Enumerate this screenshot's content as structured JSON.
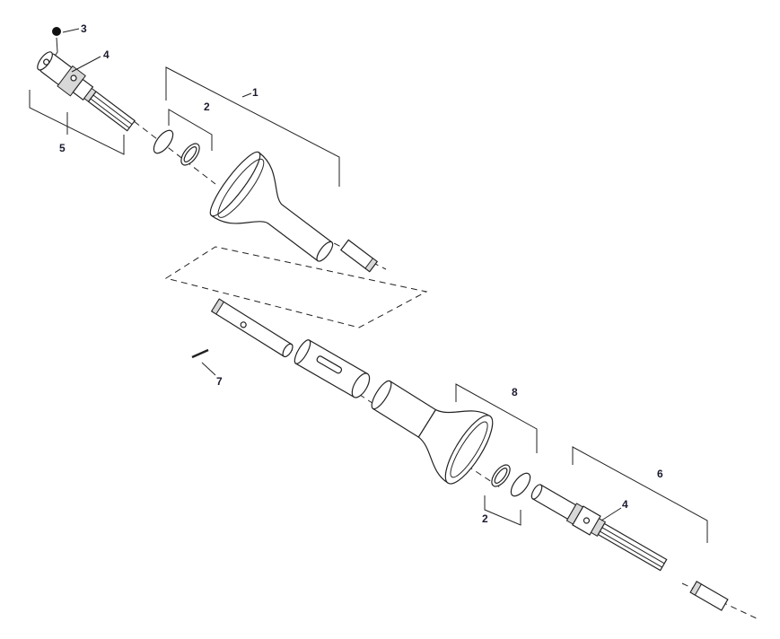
{
  "diagram": {
    "callouts": [
      {
        "id": "c3",
        "text": "3"
      },
      {
        "id": "c4a",
        "text": "4"
      },
      {
        "id": "c1",
        "text": "1"
      },
      {
        "id": "c2a",
        "text": "2"
      },
      {
        "id": "c5",
        "text": "5"
      },
      {
        "id": "c7",
        "text": "7"
      },
      {
        "id": "c8",
        "text": "8"
      },
      {
        "id": "c2b",
        "text": "2"
      },
      {
        "id": "c6",
        "text": "6"
      },
      {
        "id": "c4b",
        "text": "4"
      }
    ]
  }
}
